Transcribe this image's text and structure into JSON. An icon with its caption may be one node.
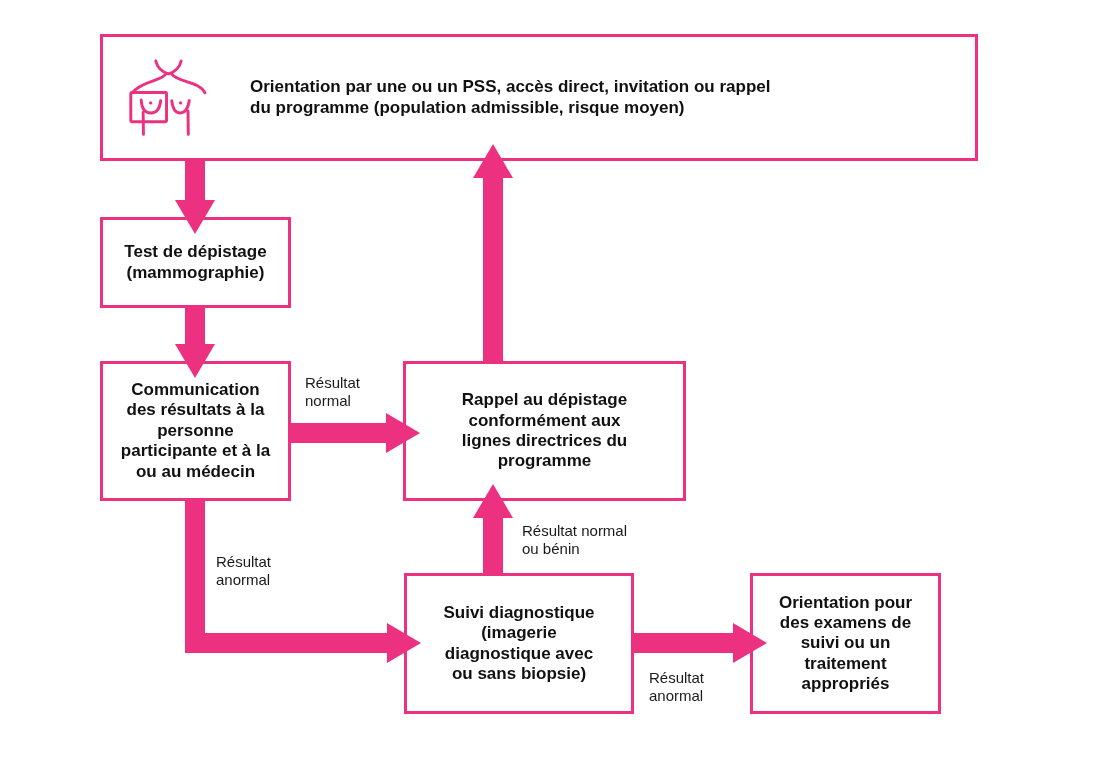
{
  "diagram": {
    "nodes": [
      {
        "text": [
          "Orientation par une ou un PSS, accès direct, invitation ou rappel du programme (population admissible, risque moyen)"
        ]
      },
      {
        "text": [
          "Test de dépistage (mammographie)"
        ]
      },
      {
        "text": [
          "Communication des résultats à la personne participante et à la ou au médecin"
        ]
      },
      {
        "text": [
          "Rappel au dépistage conformément aux lignes directrices du programme"
        ]
      },
      {
        "text": [
          "Suivi diagnostique (imagerie diagnostique avec ou sans biopsie)"
        ]
      },
      {
        "text": [
          "Orientation pour des examens de suivi ou un traitement appropriés"
        ]
      }
    ],
    "edges": [
      {
        "from": 0,
        "to": 1,
        "arrow": "to"
      },
      {
        "from": 1,
        "to": 2,
        "arrow": "to"
      },
      {
        "from": 2,
        "to": 3,
        "arrow": "to",
        "label": "Résultat normal"
      },
      {
        "from": 3,
        "to": 0,
        "arrow": "to"
      },
      {
        "from": 2,
        "to": 4,
        "arrow": "to",
        "label": "Résultat anormal"
      },
      {
        "from": 4,
        "to": 3,
        "arrow": "to",
        "label": "Résultat normal ou bénin"
      },
      {
        "from": 4,
        "to": 5,
        "arrow": "to",
        "label": "Résultat anormal"
      }
    ]
  }
}
